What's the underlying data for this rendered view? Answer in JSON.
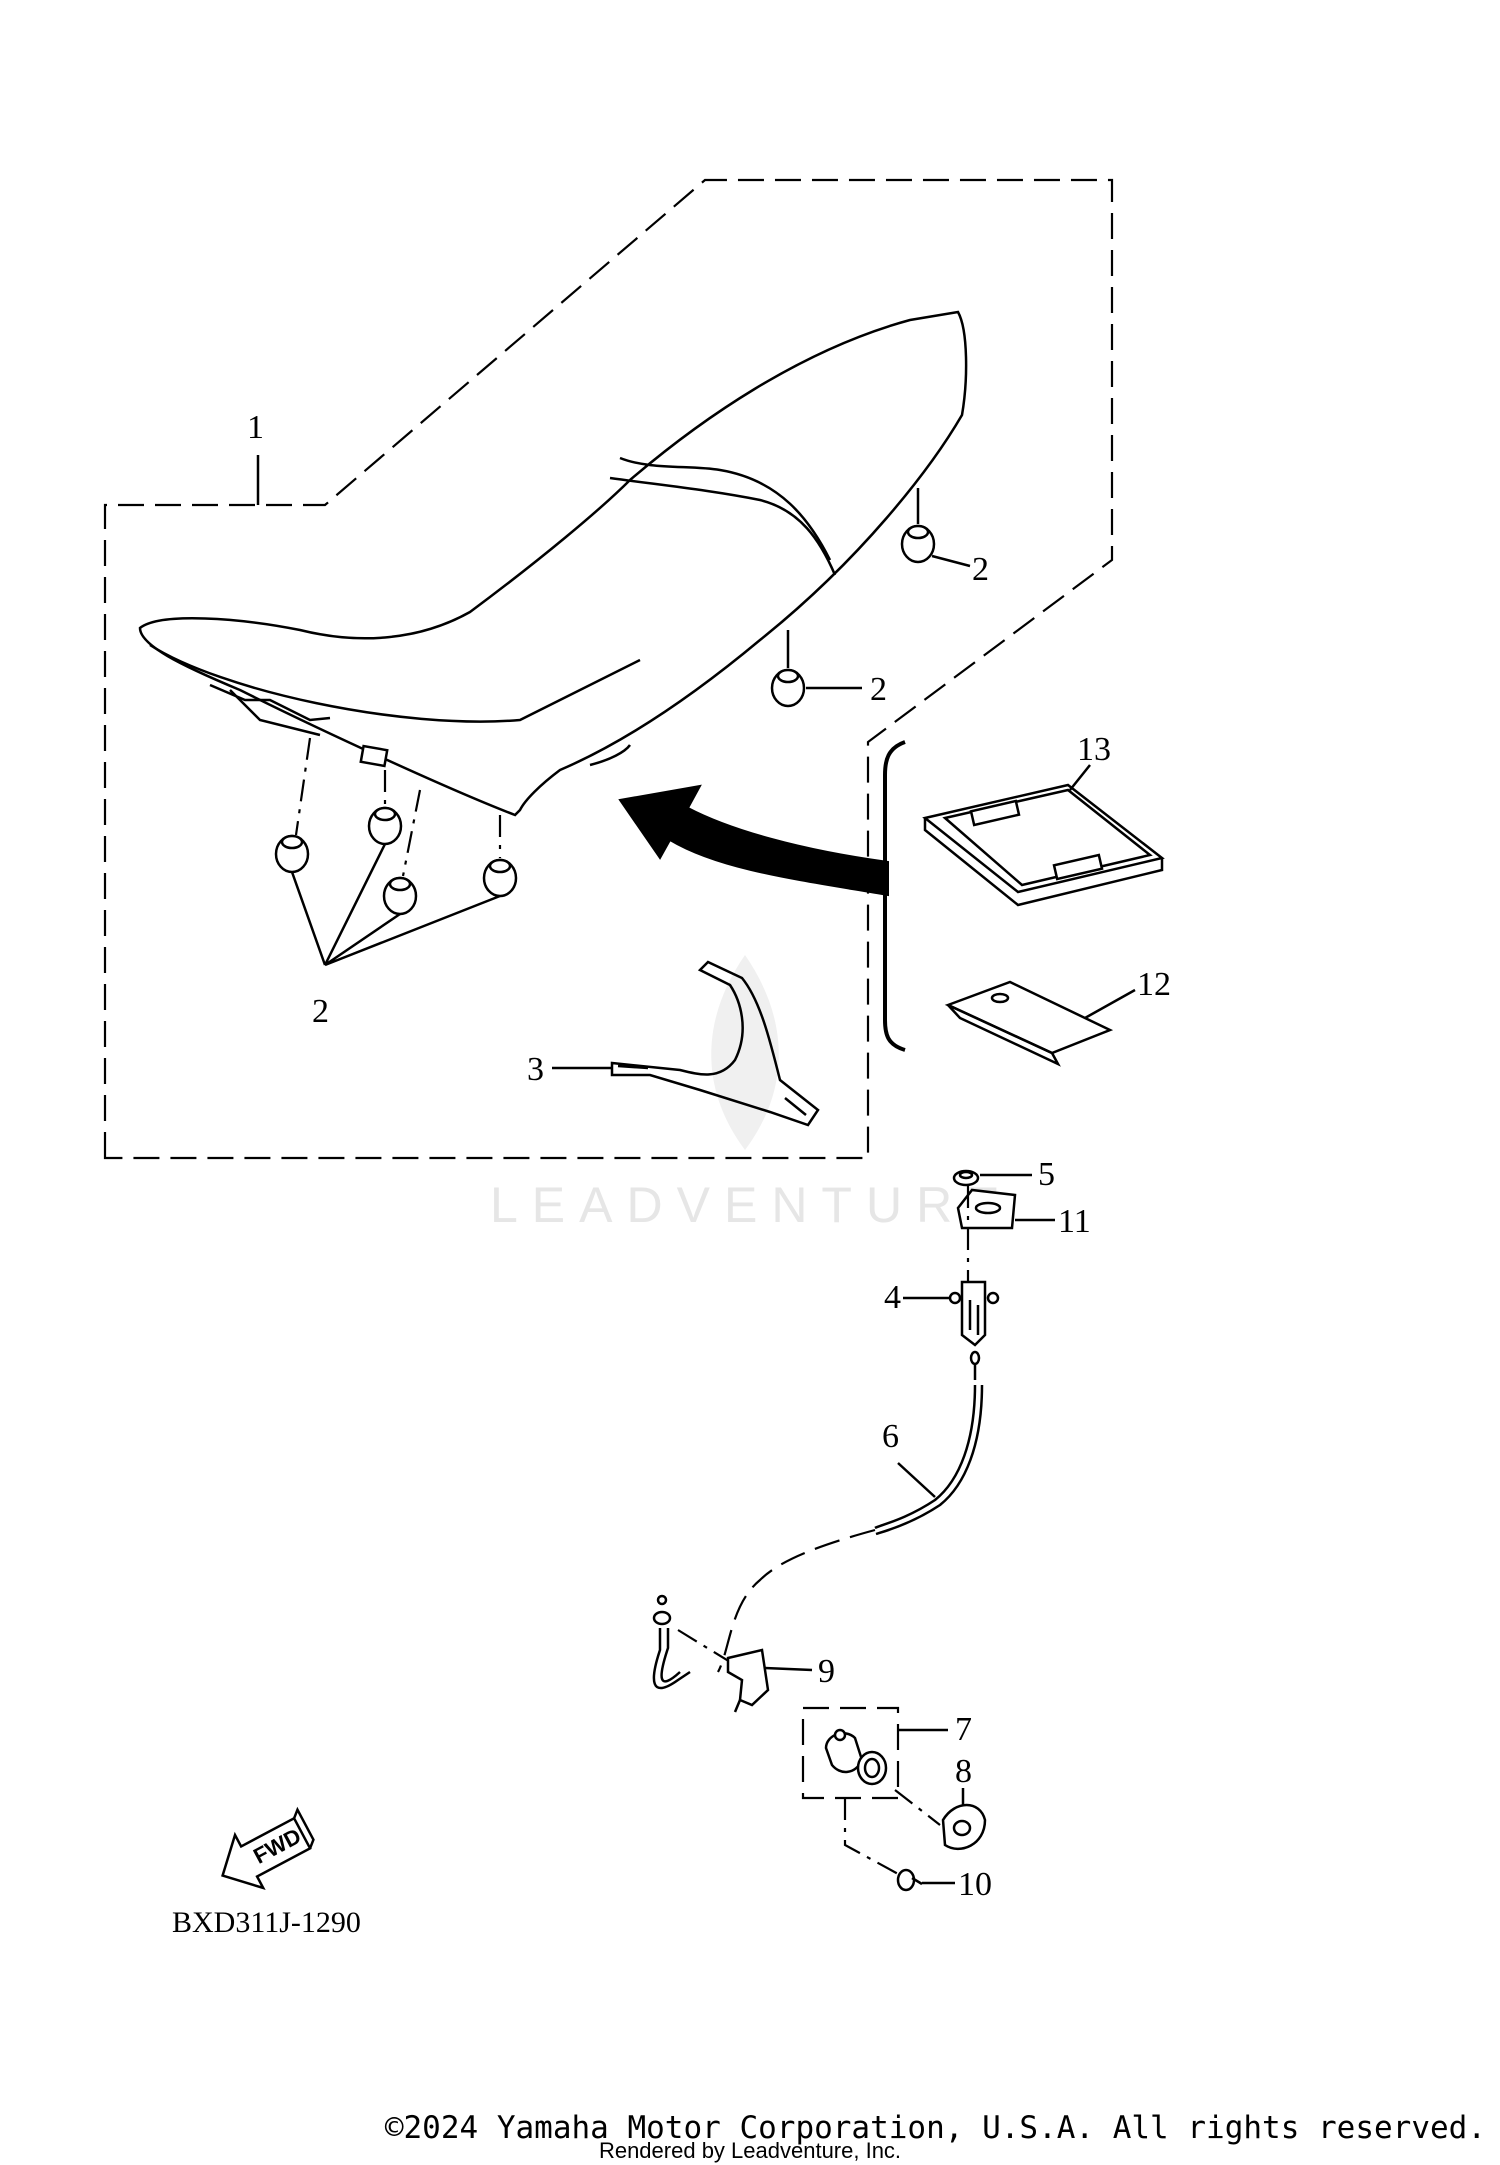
{
  "diagram_code": "BXD311J-1290",
  "fwd_label": "FWD",
  "watermark": "LEADVENTURE",
  "copyright": "©2024 Yamaha Motor Corporation, U.S.A. All rights reserved.",
  "rendered_by": "Rendered by Leadventure, Inc.",
  "callouts": {
    "p1": "1",
    "p2a": "2",
    "p2b": "2",
    "p2c": "2",
    "p3": "3",
    "p4": "4",
    "p5": "5",
    "p6": "6",
    "p7": "7",
    "p8": "8",
    "p9": "9",
    "p10": "10",
    "p11": "11",
    "p12": "12",
    "p13": "13"
  }
}
